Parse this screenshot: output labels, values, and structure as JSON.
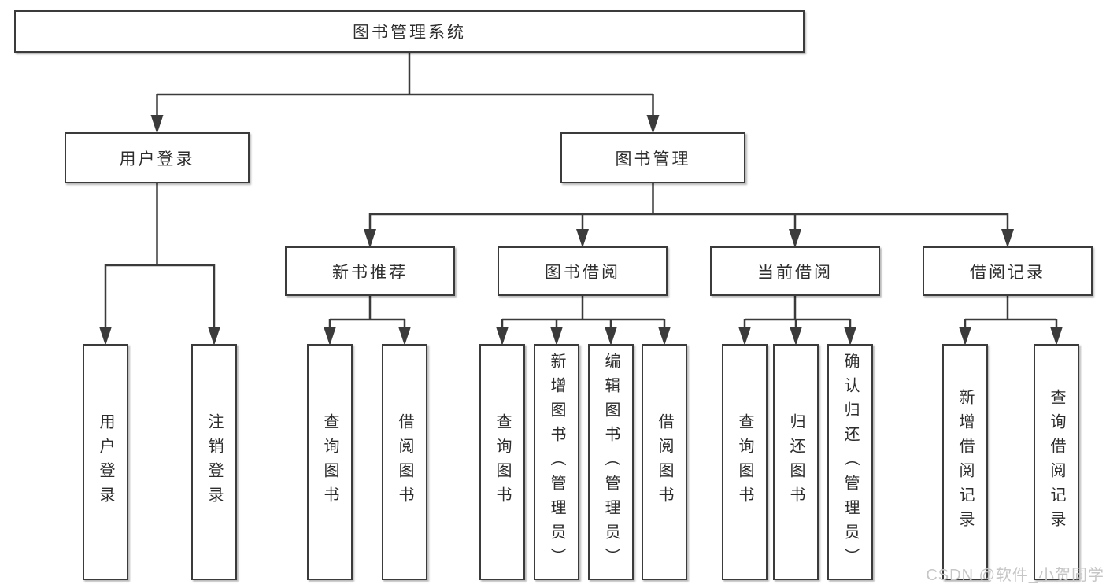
{
  "diagram": {
    "type": "hierarchy-tree",
    "nodes": {
      "root": {
        "label": "图书管理系统"
      },
      "level2": [
        {
          "label": "用户登录",
          "parent": "图书管理系统"
        },
        {
          "label": "图书管理",
          "parent": "图书管理系统"
        }
      ],
      "level3": [
        {
          "label": "新书推荐",
          "parent": "图书管理"
        },
        {
          "label": "图书借阅",
          "parent": "图书管理"
        },
        {
          "label": "当前借阅",
          "parent": "图书管理"
        },
        {
          "label": "借阅记录",
          "parent": "图书管理"
        }
      ],
      "leaves": [
        {
          "label": "用户登录",
          "parent": "用户登录"
        },
        {
          "label": "注销登录",
          "parent": "用户登录"
        },
        {
          "label": "查询图书",
          "parent": "新书推荐"
        },
        {
          "label": "借阅图书",
          "parent": "新书推荐"
        },
        {
          "label": "查询图书",
          "parent": "图书借阅"
        },
        {
          "label": "新增图书（管理员）",
          "parent": "图书借阅"
        },
        {
          "label": "编辑图书（管理员）",
          "parent": "图书借阅"
        },
        {
          "label": "借阅图书",
          "parent": "图书借阅"
        },
        {
          "label": "查询图书",
          "parent": "当前借阅"
        },
        {
          "label": "归还图书",
          "parent": "当前借阅"
        },
        {
          "label": "确认归还（管理员）",
          "parent": "当前借阅"
        },
        {
          "label": "新增借阅记录",
          "parent": "借阅记录"
        },
        {
          "label": "查询借阅记录",
          "parent": "借阅记录"
        }
      ]
    }
  },
  "watermark": {
    "text": "CSDN @软件_小贺同学"
  },
  "colors": {
    "line": "#3b3b3b",
    "box_border": "#3b3b3b",
    "text": "#2d2d2d",
    "watermark": "#c6c6c6",
    "background": "#ffffff"
  }
}
